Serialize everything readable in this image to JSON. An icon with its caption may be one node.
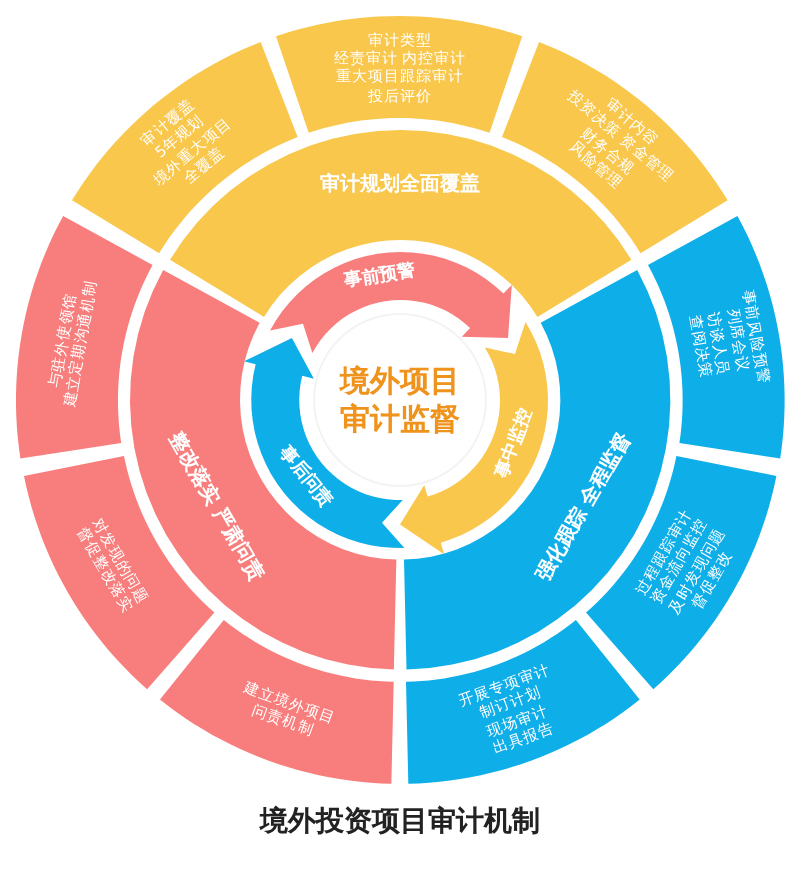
{
  "diagram": {
    "caption": "境外投资项目审计机制",
    "nodes": [
      {
        "text": [
          "境外项目审计监督"
        ]
      },
      {
        "text": [
          "事前预警"
        ]
      },
      {
        "text": [
          "事中监控"
        ]
      },
      {
        "text": [
          "事后问责"
        ]
      },
      {
        "text": [
          "审计规划全面覆盖"
        ]
      },
      {
        "text": [
          "强化跟踪 全程监督"
        ]
      },
      {
        "text": [
          "整改落实 严肃问责"
        ]
      },
      {
        "text": [
          "审计覆盖",
          "5年规划",
          "境外重大项目",
          "全覆盖"
        ]
      },
      {
        "text": [
          "审计类型",
          "经责审计 内控审计",
          "重大项目跟踪审计",
          "投后评价"
        ]
      },
      {
        "text": [
          "审计内容",
          "投资决策 资金管理",
          "财务合规",
          "风险管理"
        ]
      },
      {
        "text": [
          "事前风险预警",
          "列席会议",
          "访谈人员",
          "查阅决策"
        ]
      },
      {
        "text": [
          "过程跟踪审计",
          "资金流向监控",
          "及时发现问题",
          "督促整改"
        ]
      },
      {
        "text": [
          "开展专项审计",
          "制订计划",
          "现场审计",
          "出具报告"
        ]
      },
      {
        "text": [
          "建立境外项目",
          "问责机制"
        ]
      },
      {
        "text": [
          "对发现的问题",
          "督促整改落实"
        ]
      },
      {
        "text": [
          "与驻外使领馆",
          "建立定期沟通机制"
        ]
      }
    ],
    "edges": []
  }
}
